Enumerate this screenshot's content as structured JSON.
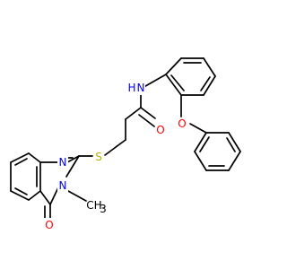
{
  "colors": {
    "bond": "#000000",
    "carbon": "#000000",
    "nitrogen": "#0000ff",
    "oxygen": "#ff0000",
    "sulfur": "#b2b200",
    "background": "#ffffff"
  },
  "atoms": {
    "nh": {
      "text": "N",
      "h": "H",
      "element": "N"
    },
    "amide_o": {
      "text": "O",
      "element": "O"
    },
    "ether_o": {
      "text": "O",
      "element": "O"
    },
    "s": {
      "text": "S",
      "element": "S"
    },
    "n1": {
      "text": "N",
      "element": "N"
    },
    "n3": {
      "text": "N",
      "element": "N"
    },
    "methyl": {
      "text": "CH",
      "sub": "3",
      "element": "C"
    },
    "keto_o": {
      "text": "O",
      "element": "O"
    }
  }
}
